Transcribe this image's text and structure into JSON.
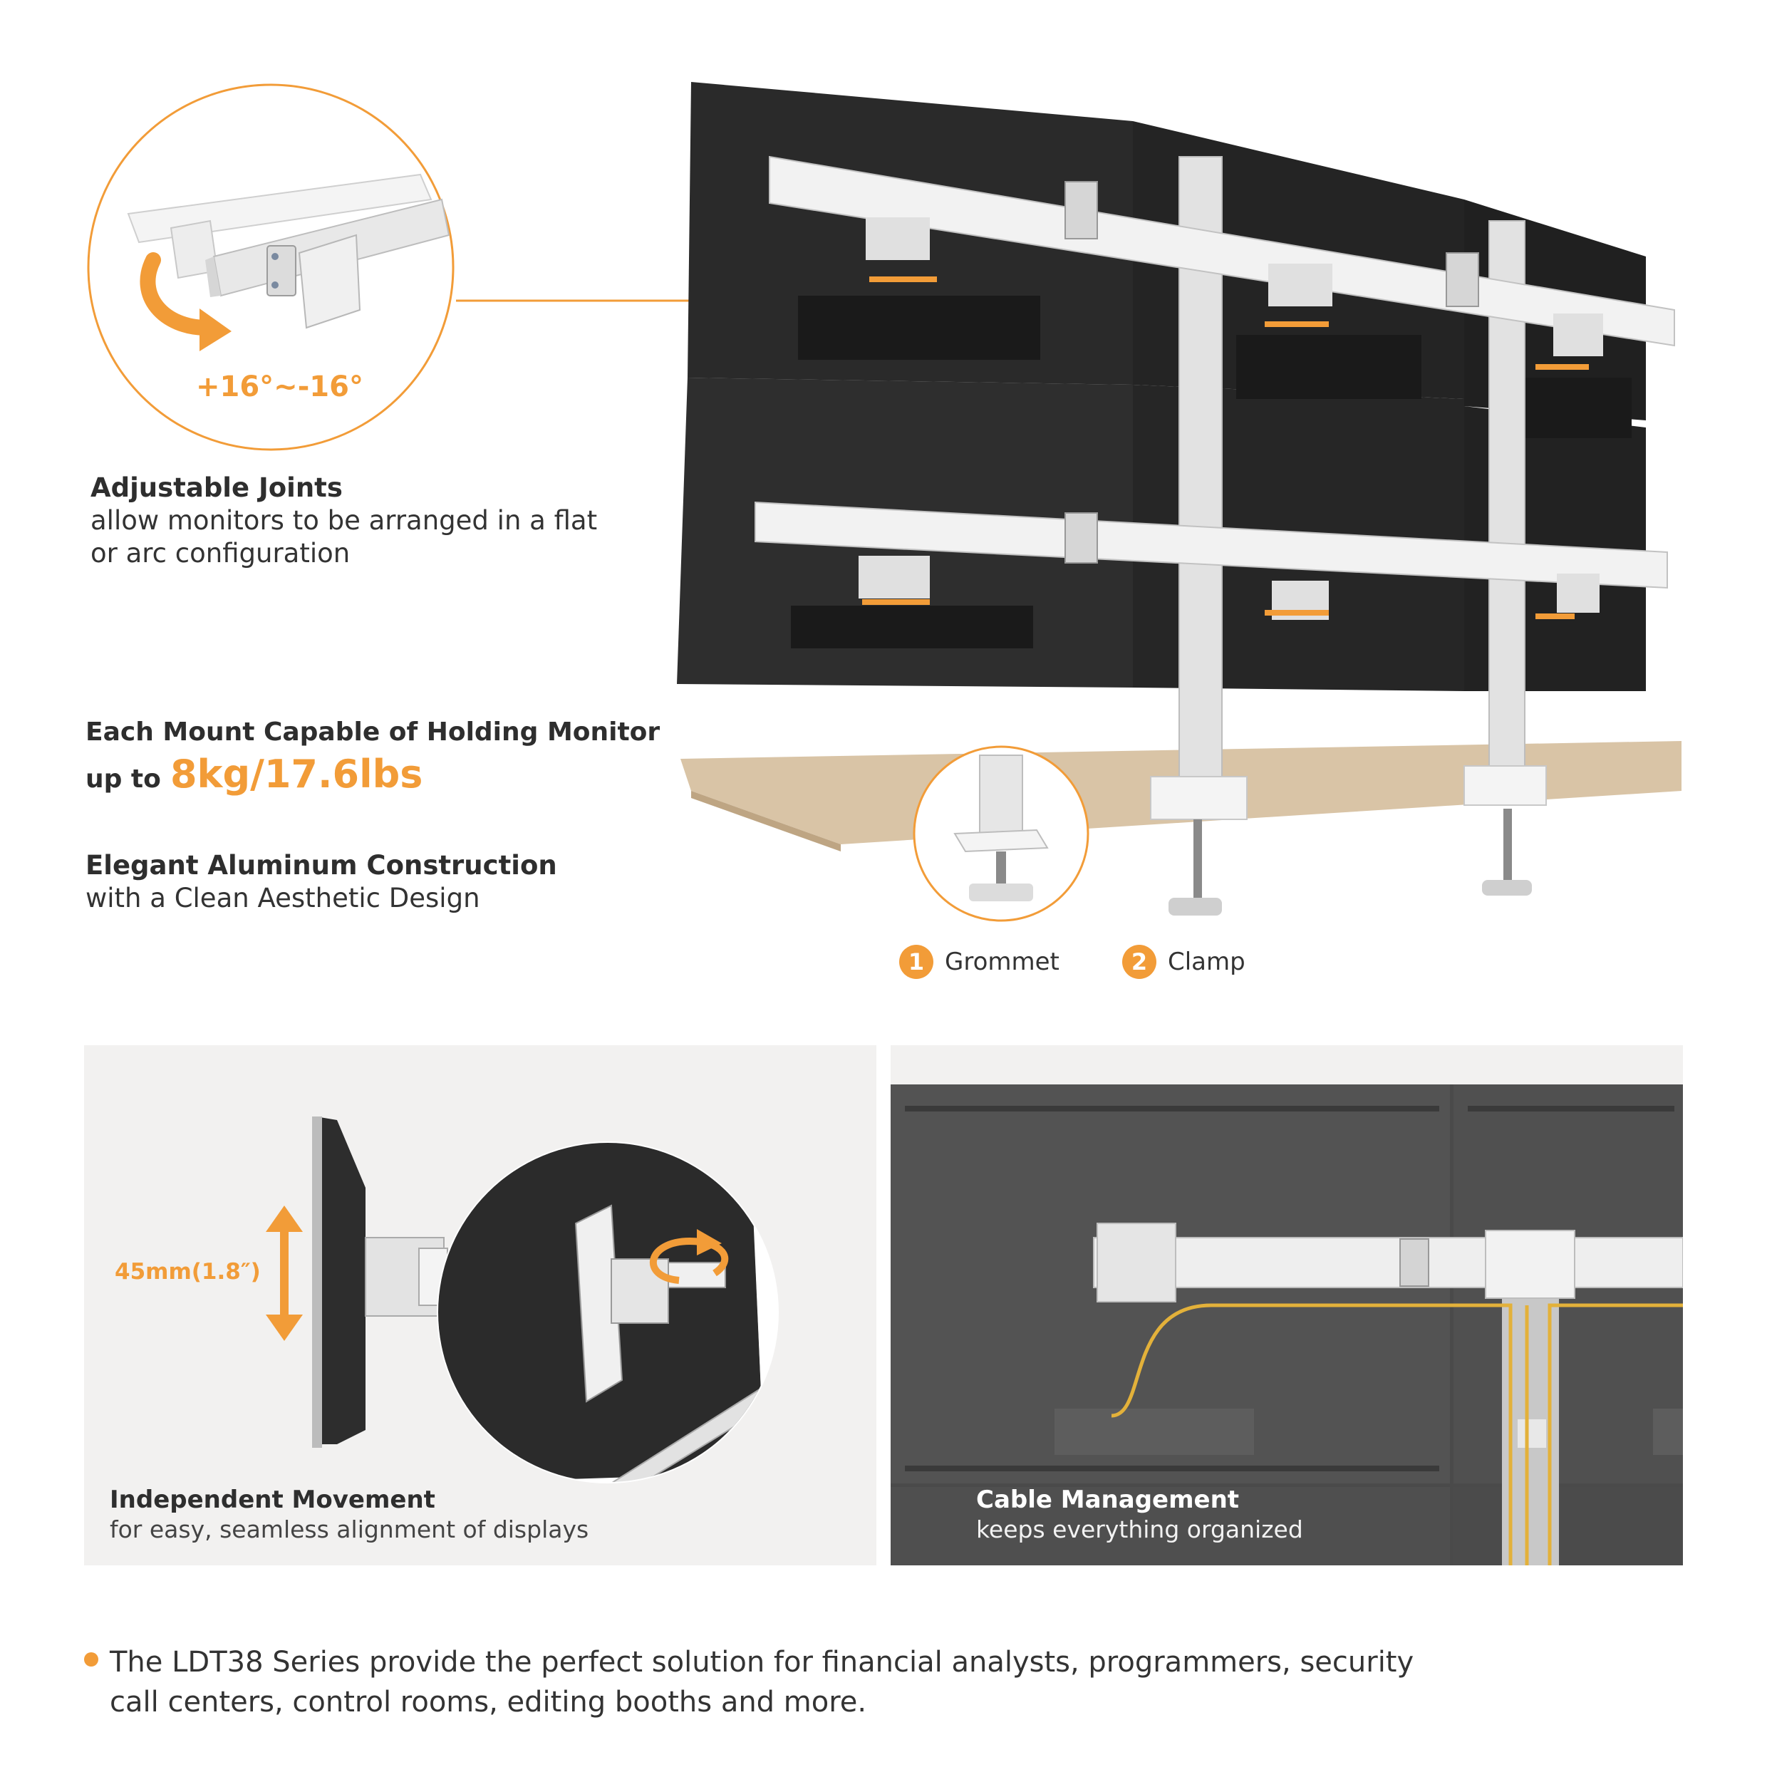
{
  "joints": {
    "angle_label": "+16°~-16°",
    "title": "Adjustable Joints",
    "desc_line1": "allow monitors to be arranged in a flat",
    "desc_line2": "or arc configuration"
  },
  "capacity": {
    "line1": "Each Mount Capable of Holding Monitor",
    "prefix": "up to",
    "value": "8kg/17.6lbs"
  },
  "construction": {
    "title": "Elegant Aluminum Construction",
    "desc": "with a Clean Aesthetic Design"
  },
  "install_options": [
    {
      "number": "1",
      "label": "Grommet"
    },
    {
      "number": "2",
      "label": "Clamp"
    }
  ],
  "movement": {
    "measure": "45mm(1.8″)",
    "title": "Independent Movement",
    "desc": "for easy, seamless alignment of displays"
  },
  "cable": {
    "title": "Cable Management",
    "desc": "keeps everything organized"
  },
  "footer": {
    "line1": "The LDT38 Series provide the perfect solution for financial analysts, programmers, security",
    "line2": "call centers, control rooms, editing booths and more."
  },
  "colors": {
    "accent": "#f29c38",
    "monitor": "#2b2b2b",
    "mount": "#e9e9e9",
    "desk": "#d8c3a5",
    "panel_bg": "#f2f1f0",
    "cable": "#e3b13a"
  }
}
